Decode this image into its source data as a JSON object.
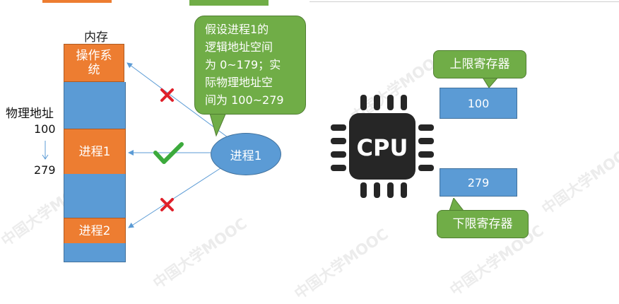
{
  "memory": {
    "title": "内存",
    "os_block": "操作系统",
    "process1_block": "进程1",
    "process2_block": "进程2"
  },
  "physical_address": {
    "label": "物理地址",
    "start": "100",
    "end": "279"
  },
  "process_node": "进程1",
  "callout": {
    "lines": [
      "假设进程1的",
      "逻辑地址空间",
      "为 0~179；实",
      "际物理地址空",
      "间为 100~279"
    ]
  },
  "cpu": {
    "label": "CPU"
  },
  "upper_register": {
    "label": "上限寄存器",
    "value": "100"
  },
  "lower_register": {
    "label": "下限寄存器",
    "value": "279"
  },
  "watermark": "中国大学MOOC",
  "colors": {
    "memory_blue": "#5b9bd5",
    "block_orange": "#ed7d31",
    "callout_green": "#70ad47",
    "cross_red": "#e0202a",
    "check_green": "#3caa3c",
    "cpu_dark": "#262626"
  }
}
